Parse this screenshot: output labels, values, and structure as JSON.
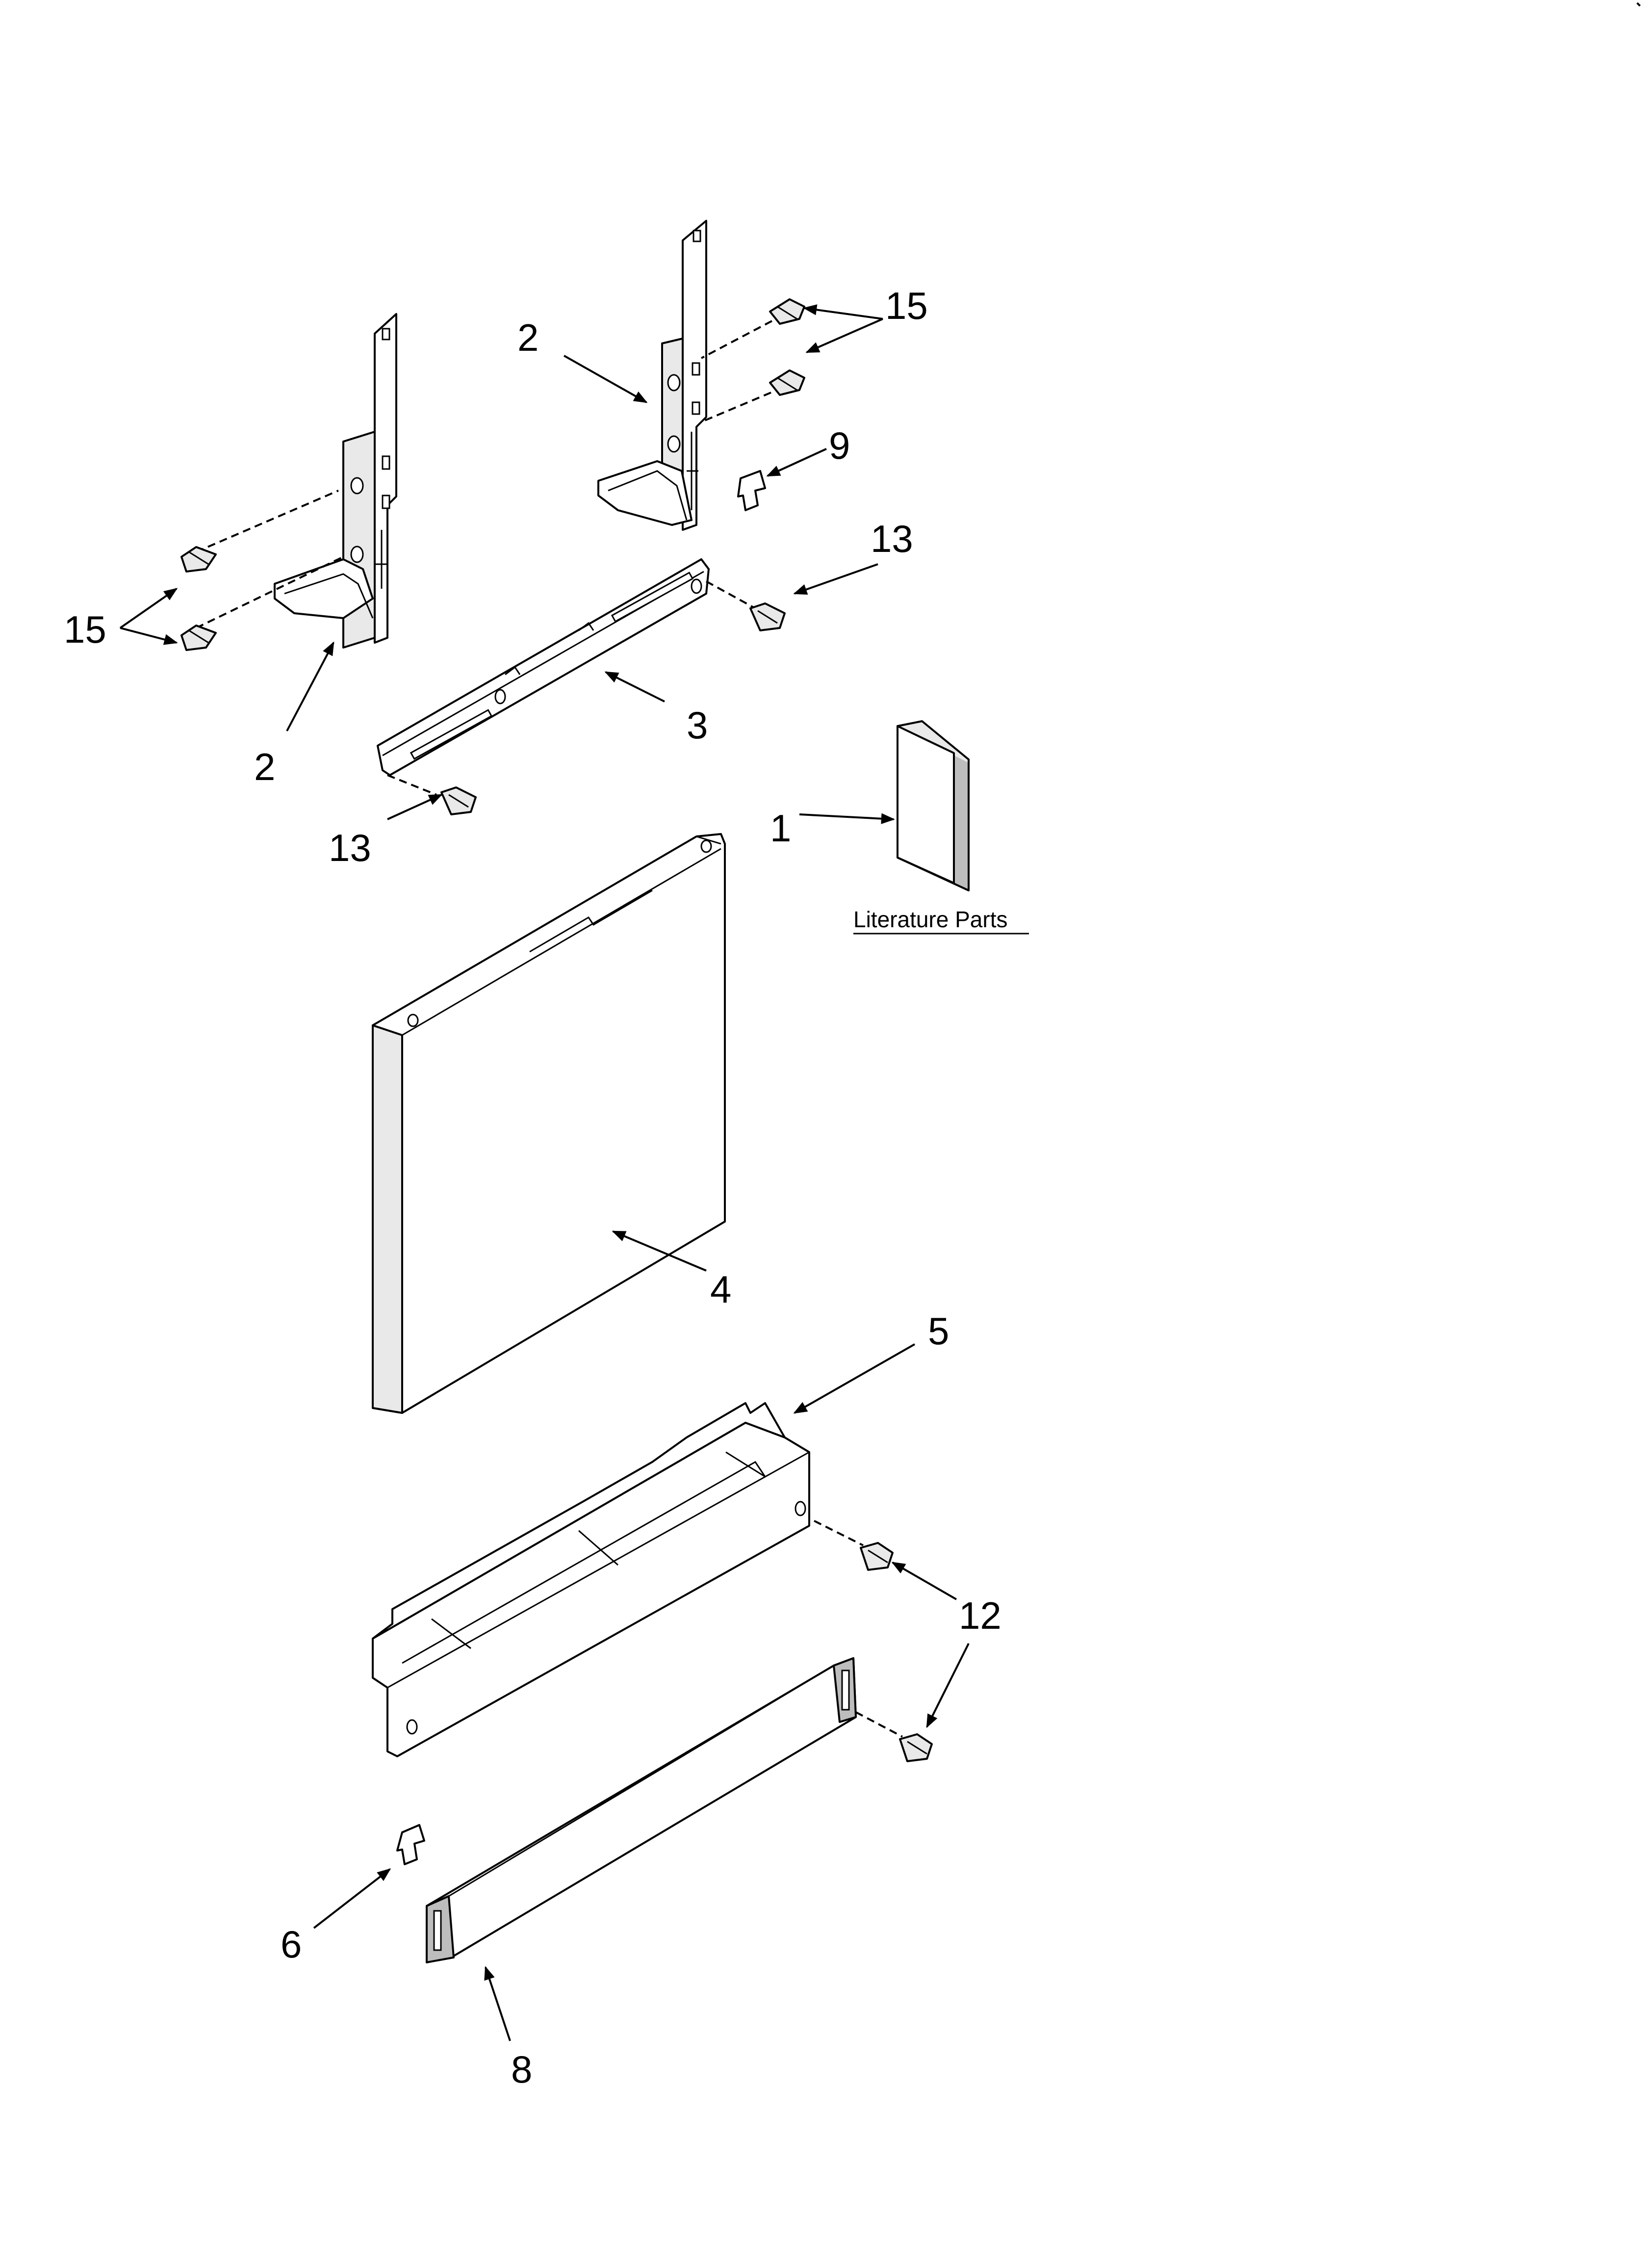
{
  "diagram": {
    "callouts": {
      "c1": "1",
      "c2a": "2",
      "c2b": "2",
      "c3": "3",
      "c4": "4",
      "c5": "5",
      "c6": "6",
      "c8": "8",
      "c9": "9",
      "c12": "12",
      "c13a": "13",
      "c13b": "13",
      "c15a": "15",
      "c15b": "15"
    },
    "literature_caption": "Literature Parts"
  }
}
